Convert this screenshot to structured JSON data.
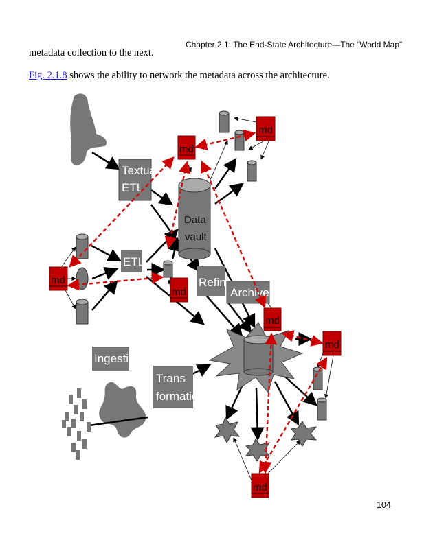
{
  "header": {
    "running_title": "Chapter 2.1: The End-State Architecture—The “World Map”"
  },
  "body": {
    "line1": "metadata collection to the next.",
    "fig_link": "Fig. 2.1.8",
    "line2_rest": " shows the ability to network the metadata across the architecture."
  },
  "diagram": {
    "textual_etl": [
      "Textual",
      "ETL"
    ],
    "etl": "ETL",
    "data_vault": [
      "Data",
      "vault"
    ],
    "refine": "Refine",
    "archive": "Archive",
    "ingestion": "Ingestion",
    "transformation": [
      "Trans",
      "formation"
    ],
    "md": "md",
    "colors": {
      "box": "#777777",
      "md": "#c00000",
      "metadata_link": "#cc1111"
    }
  },
  "footer": {
    "page_number": "104"
  }
}
